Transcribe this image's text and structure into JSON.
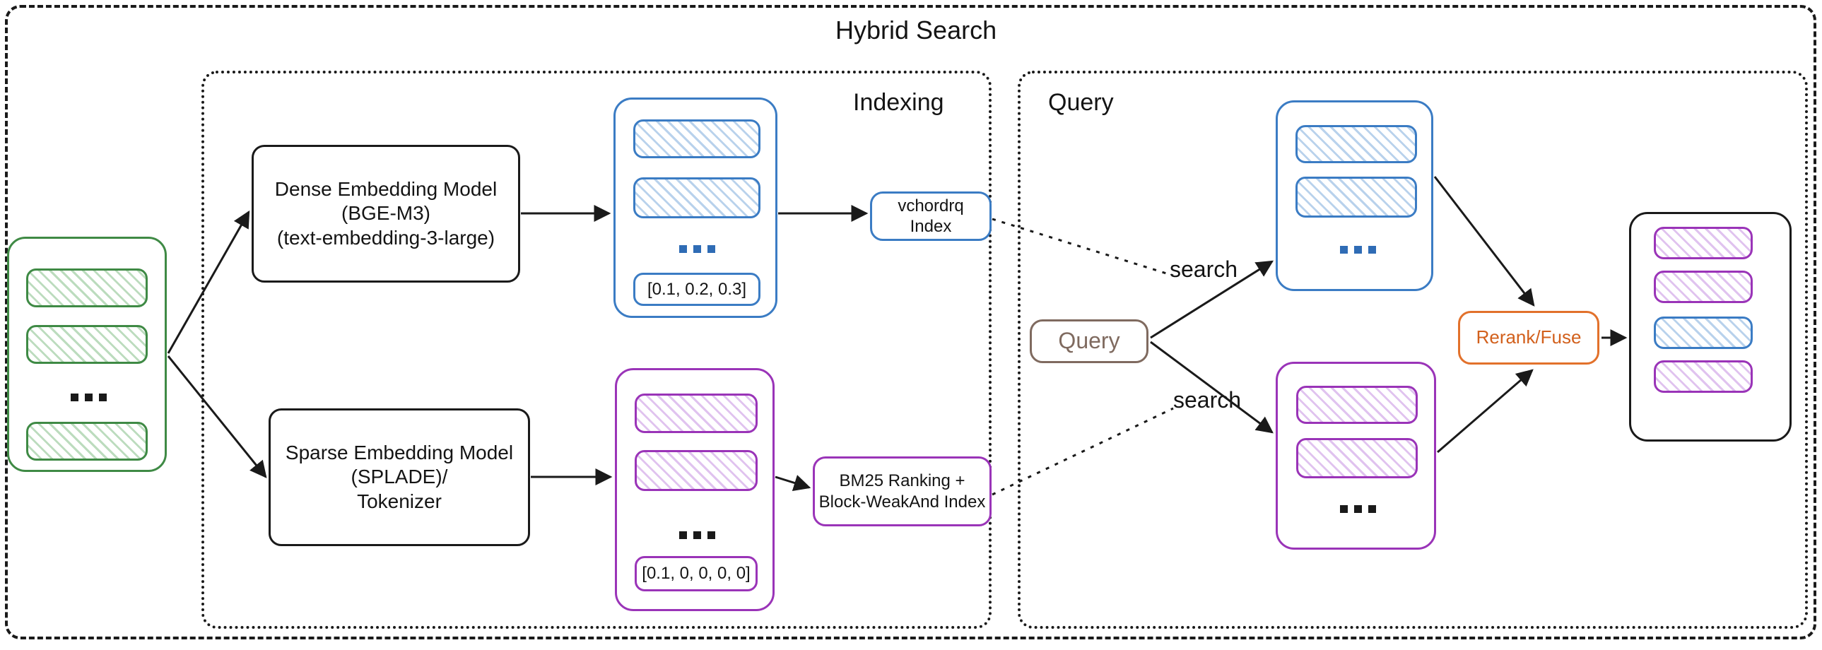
{
  "diagram": {
    "title": "Hybrid Search",
    "panels": {
      "indexing": "Indexing",
      "query": "Query"
    },
    "nodes": {
      "dense_model": {
        "line1": "Dense Embedding Model",
        "line2": "(BGE-M3)",
        "line3": "(text-embedding-3-large)"
      },
      "sparse_model": {
        "line1": "Sparse Embedding Model",
        "line2": "(SPLADE)/",
        "line3": "Tokenizer"
      },
      "vchordrq_index": {
        "line1": "vchordrq",
        "line2": "Index"
      },
      "bm25_index": {
        "line1": "BM25 Ranking +",
        "line2": "Block-WeakAnd Index"
      },
      "query_node": "Query",
      "rerank_fuse": "Rerank/Fuse"
    },
    "vectors": {
      "dense": "[0.1, 0.2, 0.3]",
      "sparse": "[0.1, 0, 0, 0, 0]"
    },
    "edge_labels": {
      "search_dense": "search",
      "search_sparse": "search"
    },
    "ellipsis": "...",
    "colors": {
      "green": "#3f8a45",
      "blue": "#3b7cc4",
      "purple": "#9a34b8",
      "orange": "#e2712b",
      "brown": "#7f6a5f",
      "black": "#1a1a1a"
    }
  }
}
